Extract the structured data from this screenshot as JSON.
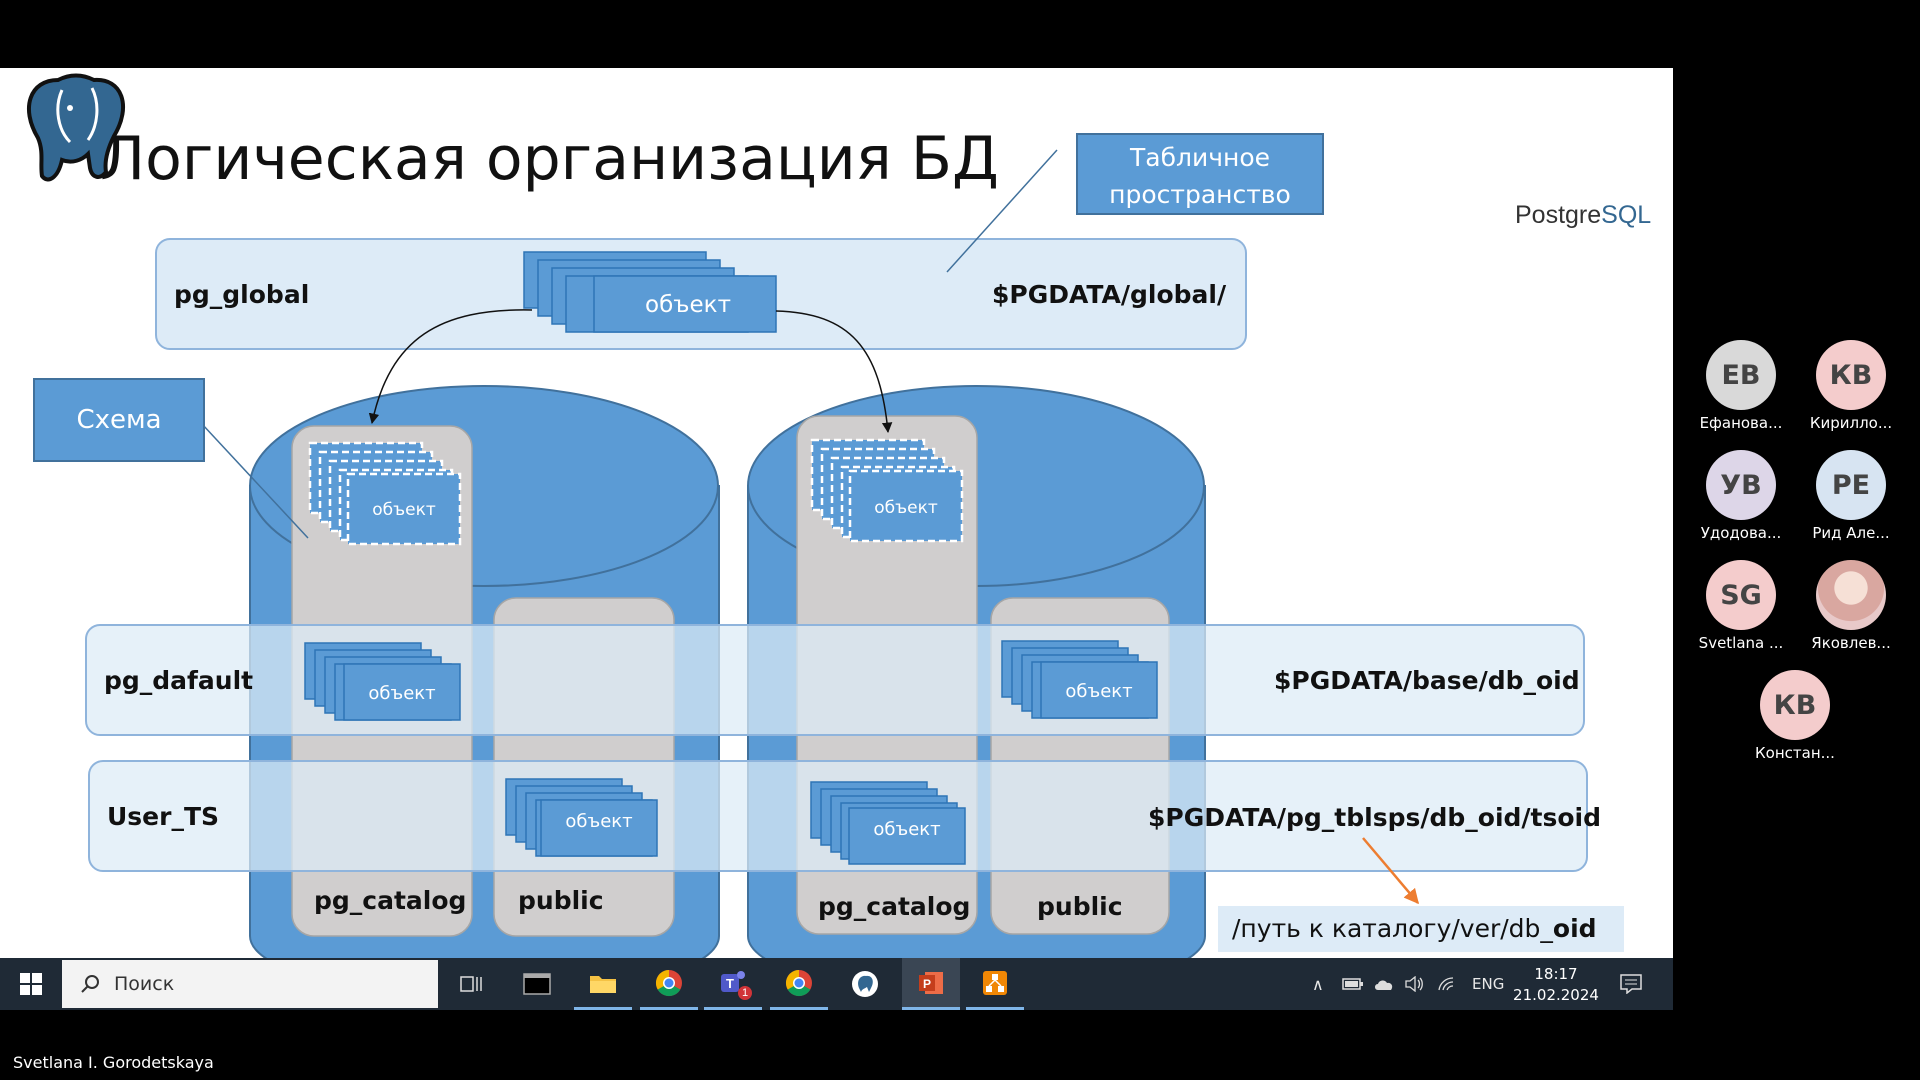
{
  "slide": {
    "title": "Логическая организация БД",
    "callouts": {
      "tablespace": [
        "Табличное",
        "пространство"
      ],
      "schema": "Схема"
    },
    "tablespaces": [
      {
        "name": "pg_global",
        "path": "$PGDATA/global/"
      },
      {
        "name": "pg_dafault",
        "path": "$PGDATA/base/db_oid"
      },
      {
        "name": "User_TS",
        "path": "$PGDATA/pg_tblsps/db_oid/tsoid"
      }
    ],
    "object_label": "объект",
    "schemas": [
      "pg_catalog",
      "public"
    ],
    "path_note": {
      "prefix": "/путь к каталогу/ver/db_",
      "bold": "oid"
    },
    "logo_text": {
      "a": "Postgre",
      "b": "SQL"
    },
    "colors": {
      "blue": "#5b9bd5",
      "dark_blue": "#41719c",
      "band": "#ddebf7",
      "schema_gray": "#d0cece",
      "arrow": "#ed7d31"
    }
  },
  "participants": [
    {
      "initials": "ЕВ",
      "name": "Ефанова...",
      "color": "#d9d9d9"
    },
    {
      "initials": "КВ",
      "name": "Кирилло...",
      "color": "#f4cccc"
    },
    {
      "initials": "УВ",
      "name": "Удодова...",
      "color": "#ddd6e8"
    },
    {
      "initials": "РЕ",
      "name": "Рид Але...",
      "color": "#d7e4f2"
    },
    {
      "initials": "SG",
      "name": "Svetlana ...",
      "color": "#f4cccc"
    },
    {
      "initials": "",
      "name": "Яковлев...",
      "color": "#e8c9c9"
    },
    {
      "initials": "КВ",
      "name": "Констан...",
      "color": "#f4cccc"
    }
  ],
  "taskbar": {
    "search_placeholder": "Поиск",
    "language": "ENG",
    "time": "18:17",
    "date": "21.02.2024",
    "teams_badge": "1"
  },
  "presenter": "Svetlana I. Gorodetskaya"
}
